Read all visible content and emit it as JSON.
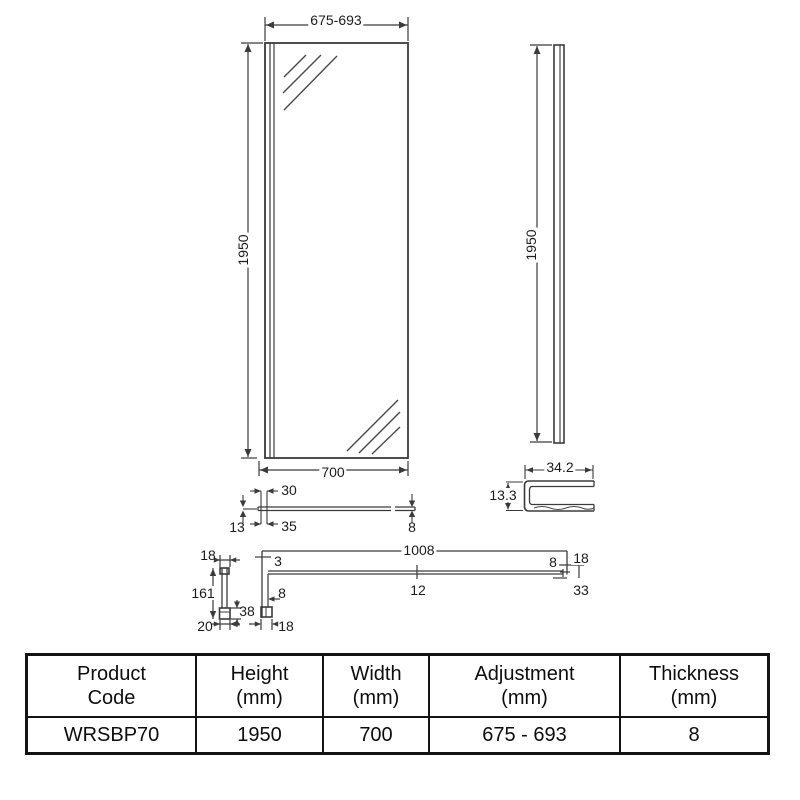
{
  "drawing": {
    "front_view": {
      "width_adjustment": "675-693",
      "height": "1950",
      "width": "700"
    },
    "side_view": {
      "height": "1950"
    },
    "glass_top_section": {
      "profile_inner_width": "30",
      "profile_depth": "13",
      "profile_width": "35",
      "glass_thickness": "8"
    },
    "channel_profile": {
      "width": "34.2",
      "height": "13.3"
    },
    "wall_bracket": {
      "top_width": "18",
      "height": "161",
      "foot_height": "38",
      "base_width": "20"
    },
    "support_bar": {
      "length": "1008",
      "top_thickness": "3",
      "left_clamp_gap": "8",
      "left_foot_width": "18",
      "bar_diameter": "12",
      "right_clamp_gap": "8",
      "right_fitting_width": "18",
      "right_offset": "33"
    }
  },
  "spec_table": {
    "headers": [
      [
        "Product",
        "Code"
      ],
      [
        "Height",
        "(mm)"
      ],
      [
        "Width",
        "(mm)"
      ],
      [
        "Adjustment",
        "(mm)"
      ],
      [
        "Thickness",
        "(mm)"
      ]
    ],
    "row": [
      "WRSBP70",
      "1950",
      "700",
      "675 - 693",
      "8"
    ]
  },
  "colors": {
    "line": "#3b3b3b",
    "text": "#1c1c1c",
    "table_border": "#141414",
    "background": "#ffffff"
  }
}
